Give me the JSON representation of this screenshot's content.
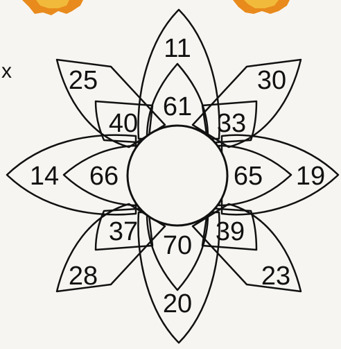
{
  "puzzle": {
    "outer_petals": {
      "top": "11",
      "top_right": "30",
      "right": "19",
      "bottom_right": "23",
      "bottom": "20",
      "bottom_left": "28",
      "left": "14",
      "top_left": "25"
    },
    "inner_petals": {
      "top": "61",
      "top_right": "33",
      "right": "65",
      "bottom_right": "39",
      "bottom": "70",
      "bottom_left": "37",
      "left": "66",
      "top_left": "40"
    },
    "center": ""
  },
  "stray_text": "x",
  "colors": {
    "ink": "#111111",
    "paper": "#f7f5f1",
    "leaf_orange": "#e88a1c",
    "leaf_yellow": "#f4c542"
  }
}
